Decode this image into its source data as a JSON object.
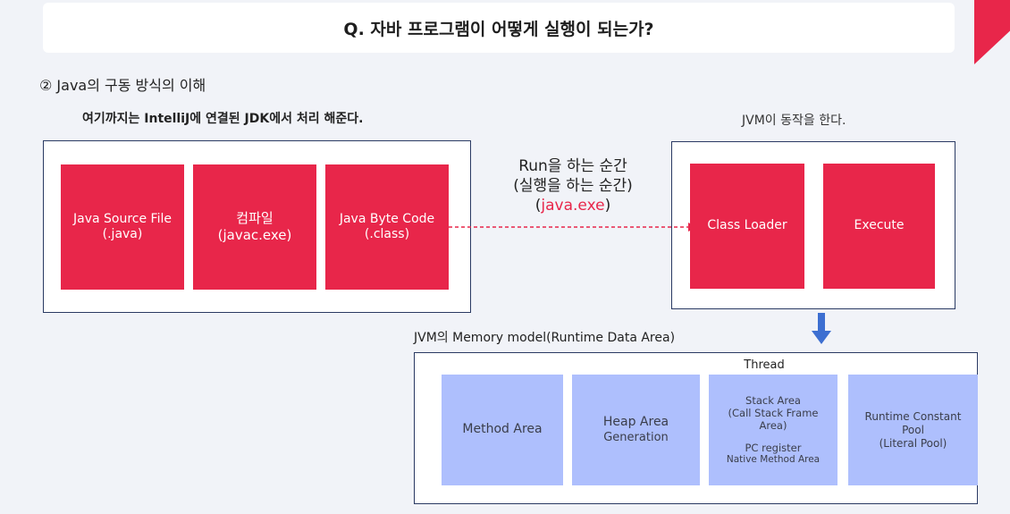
{
  "title": "Q. 자바 프로그램이 어떻게 실행이 되는가?",
  "section_heading": "② Java의 구동 방식의 이해",
  "left_caption": "여기까지는 IntelliJ에  연결된 JDK에서 처리 해준다.",
  "right_caption": "JVM이 동작을 한다.",
  "left_group": {
    "source_file": {
      "line1": "Java Source File",
      "line2": "(.java)"
    },
    "compile": {
      "line1": "컴파일",
      "line2": "(javac.exe)"
    },
    "byte_code": {
      "line1": "Java Byte Code",
      "line2": "(.class)"
    }
  },
  "run": {
    "line1": "Run을 하는 순간",
    "line2": "(실행을 하는 순간)",
    "line3": "(java.exe)"
  },
  "right_group": {
    "class_loader": "Class Loader",
    "execute": "Execute"
  },
  "memory_model": {
    "caption": "JVM의 Memory model(Runtime Data Area)",
    "thread_label": "Thread",
    "method_area": "Method Area",
    "heap_area": {
      "line1": "Heap Area",
      "line2": "Generation"
    },
    "stack_area": {
      "line1": "Stack Area",
      "line2": "(Call Stack Frame",
      "line3": "Area)",
      "line4": "PC register",
      "line5": "Native Method Area"
    },
    "constant_pool": {
      "line1": "Runtime Constant",
      "line2": "Pool",
      "line3": "(Literal Pool)"
    }
  },
  "colors": {
    "accent_red": "#e8264a",
    "memory_blue": "#aebffd",
    "frame_navy": "#2a3a63",
    "arrow_blue": "#3d6fd1"
  }
}
